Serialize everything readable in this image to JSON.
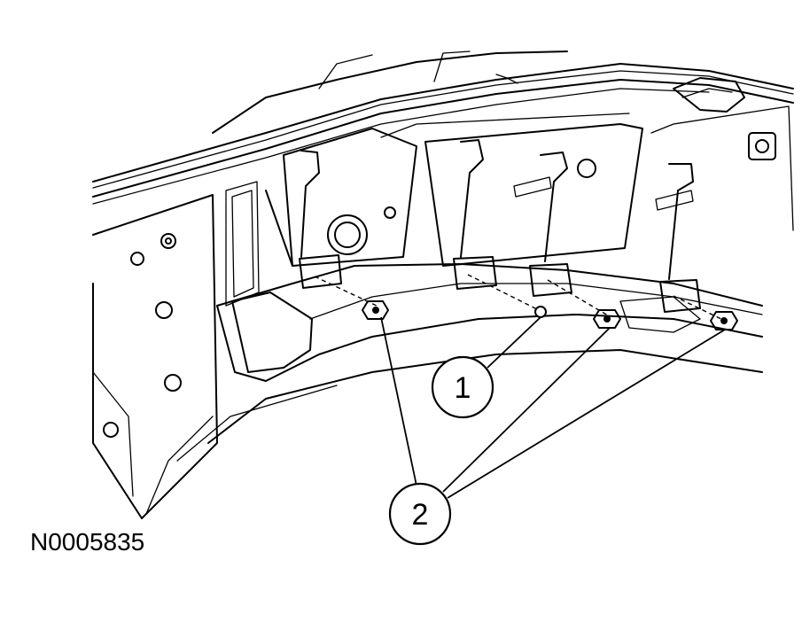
{
  "figure": {
    "id_label": "N0005835",
    "callouts": [
      {
        "label": "1"
      },
      {
        "label": "2"
      }
    ]
  }
}
